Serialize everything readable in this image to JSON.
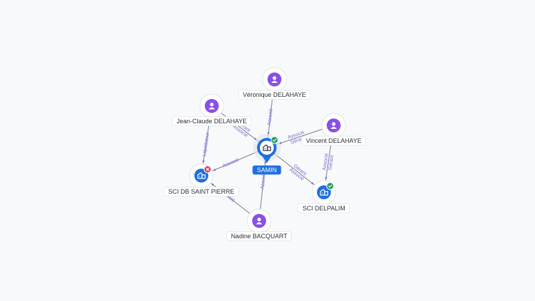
{
  "colors": {
    "person": "#8a4fe6",
    "company": "#1f6fe0",
    "active": "#1e9b5a",
    "inactive": "#e0344b",
    "edge_label": "#6b6fd6"
  },
  "nodes": [
    {
      "id": "samin",
      "label": "SAMIN",
      "type": "company",
      "status": "active",
      "center": true
    },
    {
      "id": "veronique",
      "label": "Véronique DELAHAYE",
      "type": "person"
    },
    {
      "id": "jeanclaude",
      "label": "Jean-Claude DELAHAYE",
      "type": "person"
    },
    {
      "id": "vincent",
      "label": "Vincent DELAHAYE",
      "type": "person"
    },
    {
      "id": "scidb",
      "label": "SCI DB SAINT PIERRE",
      "type": "company",
      "status": "inactive"
    },
    {
      "id": "scidelpalim",
      "label": "SCI DELPALIM",
      "type": "company",
      "status": "active"
    },
    {
      "id": "nadine",
      "label": "Nadine BACQUART",
      "type": "person"
    }
  ],
  "edges": [
    {
      "from": "veronique",
      "to": "samin",
      "labels": [
        "Associé"
      ]
    },
    {
      "from": "jeanclaude",
      "to": "samin",
      "labels": [
        "Gérant",
        "Associé"
      ]
    },
    {
      "from": "vincent",
      "to": "samin",
      "labels": [
        "Gérant",
        "Associé"
      ]
    },
    {
      "from": "jeanclaude",
      "to": "scidb",
      "labels": [
        "Liquidateur"
      ]
    },
    {
      "from": "samin",
      "to": "scidb",
      "labels": [
        "Associé"
      ]
    },
    {
      "from": "samin",
      "to": "scidelpalim",
      "labels": [
        "Gérant",
        "Associé"
      ]
    },
    {
      "from": "vincent",
      "to": "scidelpalim",
      "labels": [
        "Gérant",
        "Associé"
      ]
    },
    {
      "from": "nadine",
      "to": "samin",
      "labels": [
        "Associé"
      ]
    },
    {
      "from": "nadine",
      "to": "scidb",
      "labels": [
        "Associé"
      ]
    }
  ]
}
